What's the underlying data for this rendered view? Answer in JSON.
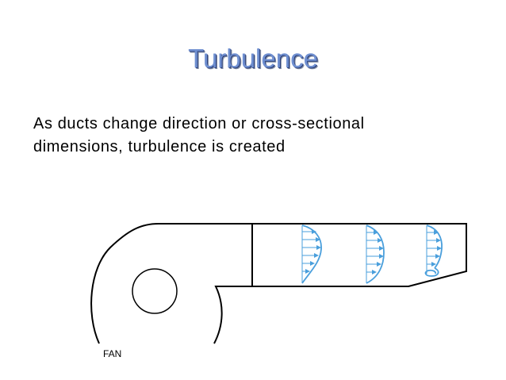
{
  "slide": {
    "title": "Turbulence",
    "body": "As ducts change direction or cross-sectional dimensions, turbulence is created"
  },
  "diagram": {
    "fan_label": "FAN",
    "profile_color": "#4a9fdc",
    "line_color": "#000000"
  }
}
